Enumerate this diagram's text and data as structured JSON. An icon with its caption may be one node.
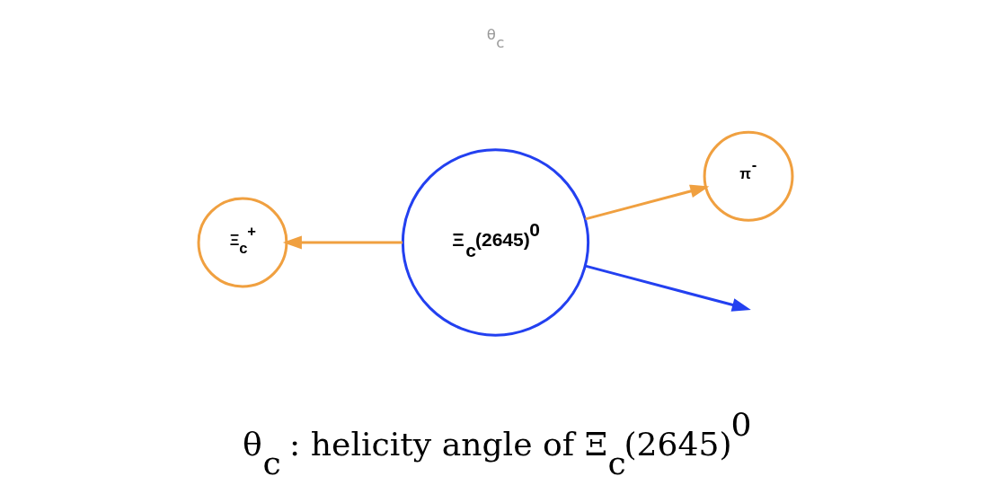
{
  "diagram": {
    "nodes": [
      {
        "text": [
          "π$^{-}$"
        ]
      },
      {
        "text": [
          "Ξ$_{c}$(2645)$^{0}$"
        ]
      },
      {
        "text": [
          "Ξ$_{c}$$^{+}$"
        ]
      }
    ],
    "edges": [
      {
        "from": 1,
        "to": 0,
        "arrow": "to"
      },
      {
        "from": 1,
        "to": null,
        "arrow": "to",
        "color": "#2340f0"
      },
      {
        "from": 1,
        "to": 2,
        "arrow": "to"
      }
    ],
    "labels": [
      "θ$_{c}$",
      "θ$_{c}$ : helicity angle of Ξ$_{c}$(2645)$^{0}$"
    ]
  }
}
